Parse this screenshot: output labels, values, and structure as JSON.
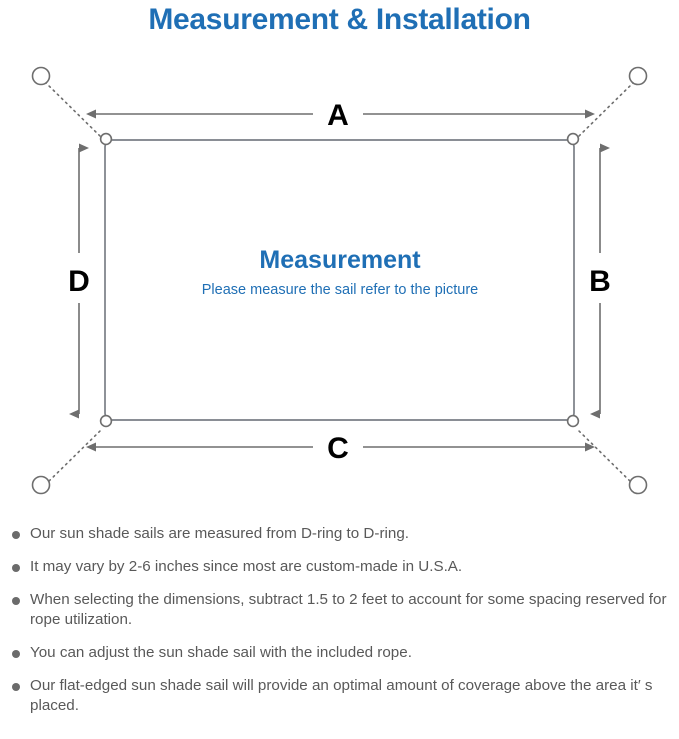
{
  "page": {
    "title": "Measurement & Installation",
    "title_color": "#1F6FB5",
    "background_color": "#FFFFFF"
  },
  "diagram": {
    "name": "sun-shade-sail-measurement-diagram",
    "center": {
      "heading": "Measurement",
      "subheading": "Please measure the sail refer to the picture",
      "text_color": "#1F6FB5"
    },
    "dimension_labels": {
      "top": "A",
      "right": "B",
      "bottom": "C",
      "left": "D"
    },
    "label_color": "#000000",
    "line_color": "#6E6E6E",
    "sail_edge_color": "#7A7F86",
    "corners": [
      {
        "id": "top-left",
        "d_ring": true,
        "anchor": true
      },
      {
        "id": "top-right",
        "d_ring": true,
        "anchor": true
      },
      {
        "id": "bottom-right",
        "d_ring": true,
        "anchor": true
      },
      {
        "id": "bottom-left",
        "d_ring": true,
        "anchor": true
      }
    ],
    "icons": {
      "d_ring": "d-ring-icon",
      "anchor_point": "anchor-point-icon",
      "rope": "dotted-rope-line-icon",
      "dimension_arrow": "double-headed-arrow-icon"
    }
  },
  "notes": {
    "bullet_color": "#6B6B6B",
    "text_color": "#595959",
    "items": [
      "Our sun shade sails are measured from D-ring to D-ring.",
      "It may vary by 2-6 inches since most are custom-made in U.S.A.",
      "When selecting the dimensions, subtract 1.5 to 2 feet to account for some spacing reserved for rope utilization.",
      "You can adjust the sun shade sail with the included rope.",
      "Our flat-edged sun shade sail will provide an optimal amount of coverage above the area it′ s placed."
    ]
  }
}
